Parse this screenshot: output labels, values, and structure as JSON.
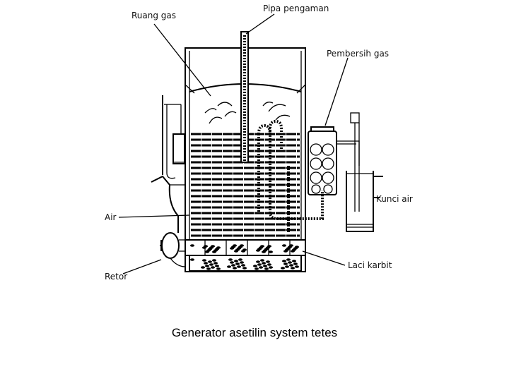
{
  "labels": {
    "ruang_gas": "Ruang gas",
    "pipa_pengaman": "Pipa pengaman",
    "pembersih_gas": "Pembersih gas",
    "kunci_air": "Kunci air",
    "air": "Air",
    "laci_karbit": "Laci karbit",
    "retor": "Retor"
  },
  "caption": "Generator asetilin system tetes"
}
